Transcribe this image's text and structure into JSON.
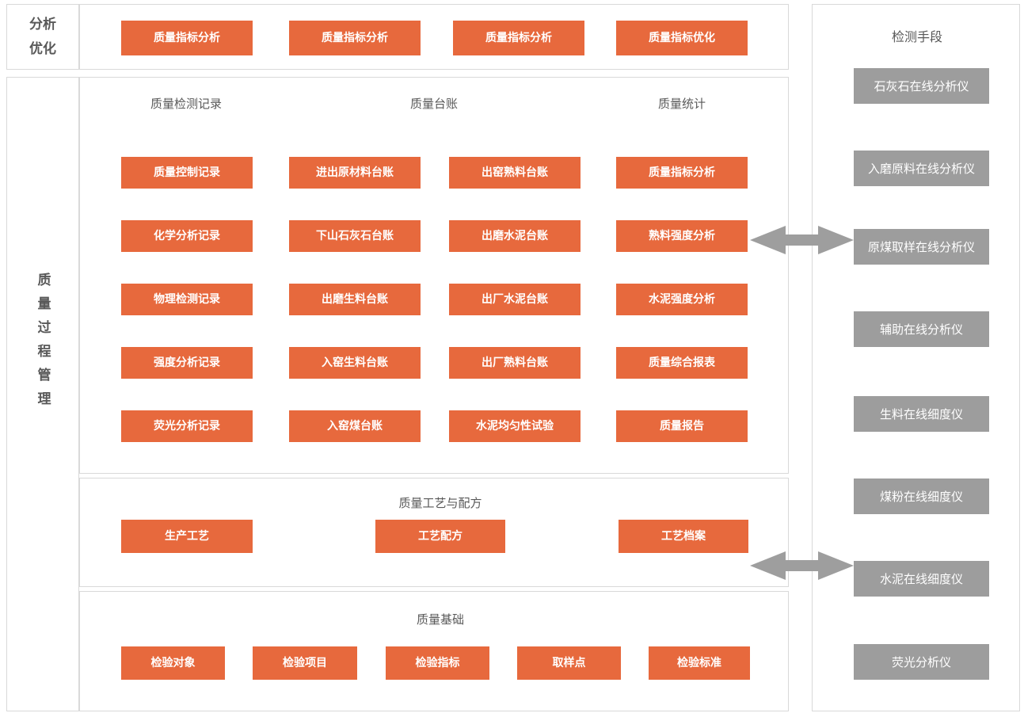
{
  "colors": {
    "accent_orange": "#E7693D",
    "instrument_gray": "#9D9D9D",
    "border_gray": "#D9D9D9",
    "heading_text": "#595959",
    "arrow_gray": "#9E9E9E"
  },
  "analysis_strip": {
    "label": "分析\n优化",
    "buttons": [
      "质量指标分析",
      "质量指标分析",
      "质量指标分析",
      "质量指标优化"
    ]
  },
  "process_management": {
    "side_label": "质量过程管理",
    "records_section": {
      "headers": [
        "质量检测记录",
        "质量台账",
        "质量统计"
      ],
      "rows": [
        [
          "质量控制记录",
          "进出原材料台账",
          "出窑熟料台账",
          "质量指标分析"
        ],
        [
          "化学分析记录",
          "下山石灰石台账",
          "出磨水泥台账",
          "熟料强度分析"
        ],
        [
          "物理检测记录",
          "出磨生料台账",
          "出厂水泥台账",
          "水泥强度分析"
        ],
        [
          "强度分析记录",
          "入窑生料台账",
          "出厂熟料台账",
          "质量综合报表"
        ],
        [
          "荧光分析记录",
          "入窑煤台账",
          "水泥均匀性试验",
          "质量报告"
        ]
      ]
    },
    "process_section": {
      "header": "质量工艺与配方",
      "items": [
        "生产工艺",
        "工艺配方",
        "工艺档案"
      ]
    },
    "basic_section": {
      "header": "质量基础",
      "items": [
        "检验对象",
        "检验项目",
        "检验指标",
        "取样点",
        "检验标准"
      ]
    }
  },
  "detection_panel": {
    "header": "检测手段",
    "items": [
      "石灰石在线分析仪",
      "入磨原料在线分析仪",
      "原煤取样在线分析仪",
      "辅助在线分析仪",
      "生料在线细度仪",
      "煤粉在线细度仪",
      "水泥在线细度仪",
      "荧光分析仪"
    ]
  }
}
